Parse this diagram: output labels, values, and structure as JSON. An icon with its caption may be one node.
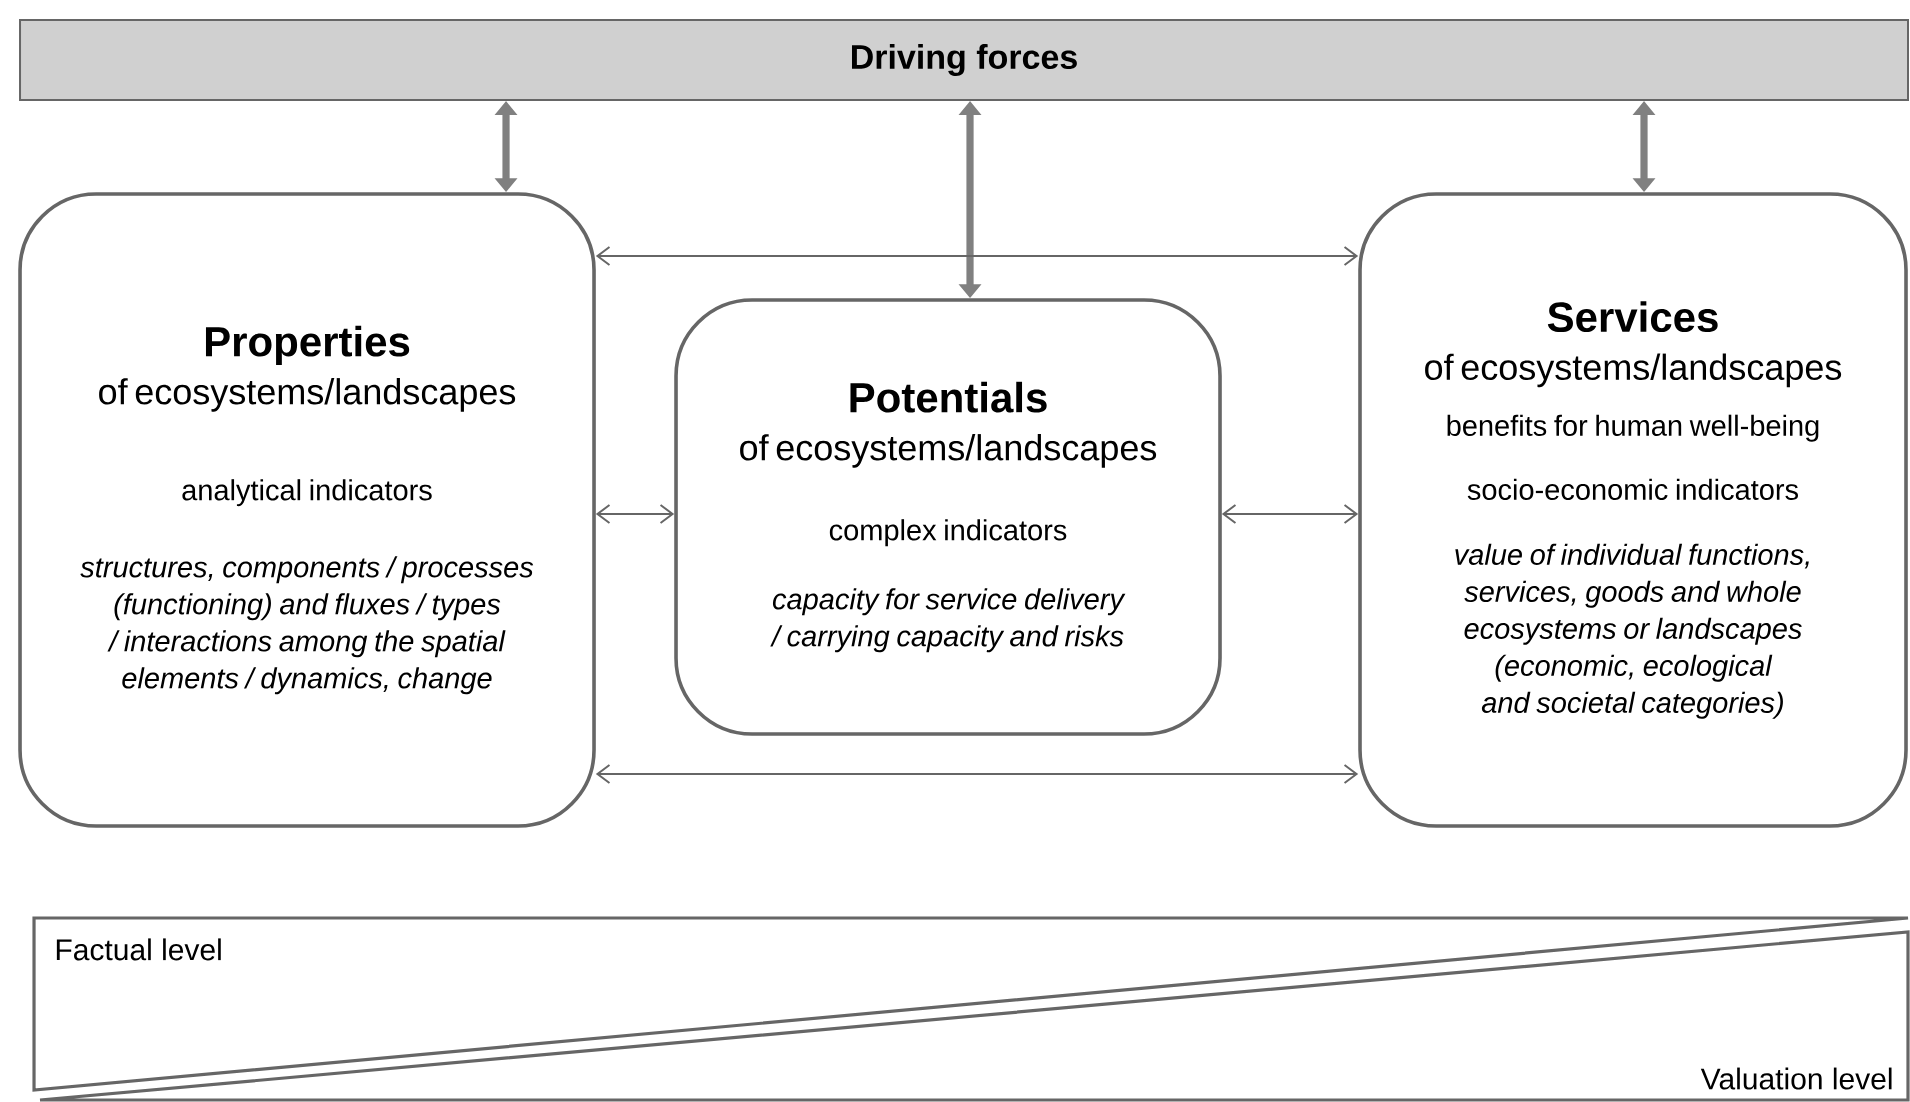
{
  "diagram": {
    "nodes": [
      {
        "text": [
          "Driving forces"
        ]
      },
      {
        "text": [
          "Properties",
          "of ecosystems/landscapes",
          "analytical indicators",
          "structures, components / processes (functioning) and fluxes / types / interactions among the spatial elements / dynamics, change"
        ]
      },
      {
        "text": [
          "Potentials",
          "of ecosystems/landscapes",
          "complex indicators",
          "capacity for service delivery / carrying capacity and risks"
        ]
      },
      {
        "text": [
          "Services",
          "of ecosystems/landscapes",
          "benefits for human well-being",
          "socio-economic indicators",
          "value of individual functions, services, goods and whole ecosystems or landscapes (economic, ecological and societal categories)"
        ]
      },
      {
        "text": [
          "Factual level"
        ]
      },
      {
        "text": [
          "Valuation level"
        ]
      }
    ],
    "edges": [
      {
        "from": 0,
        "to": 1,
        "arrow": "both",
        "style": "thick",
        "color": "#808080"
      },
      {
        "from": 0,
        "to": 2,
        "arrow": "both",
        "style": "thick",
        "color": "#808080"
      },
      {
        "from": 0,
        "to": 3,
        "arrow": "both",
        "style": "thick",
        "color": "#808080"
      },
      {
        "from": 1,
        "to": 3,
        "arrow": "both"
      },
      {
        "from": 1,
        "to": 2,
        "arrow": "both"
      },
      {
        "from": 2,
        "to": 3,
        "arrow": "both"
      },
      {
        "from": 1,
        "to": 3,
        "arrow": "both"
      }
    ]
  }
}
